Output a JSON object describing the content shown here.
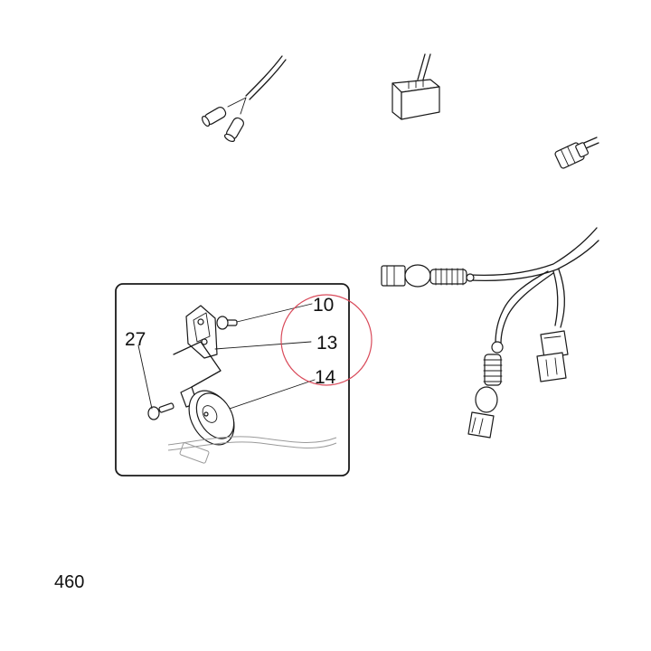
{
  "callouts": {
    "c10": "10",
    "c13": "13",
    "c14": "14",
    "c27": "27"
  },
  "page_number": "460",
  "colors": {
    "highlight_circle": "#d94a5a",
    "line": "#1a1a1a"
  },
  "icons": {
    "highlight": "red-circle-highlight-icon"
  }
}
